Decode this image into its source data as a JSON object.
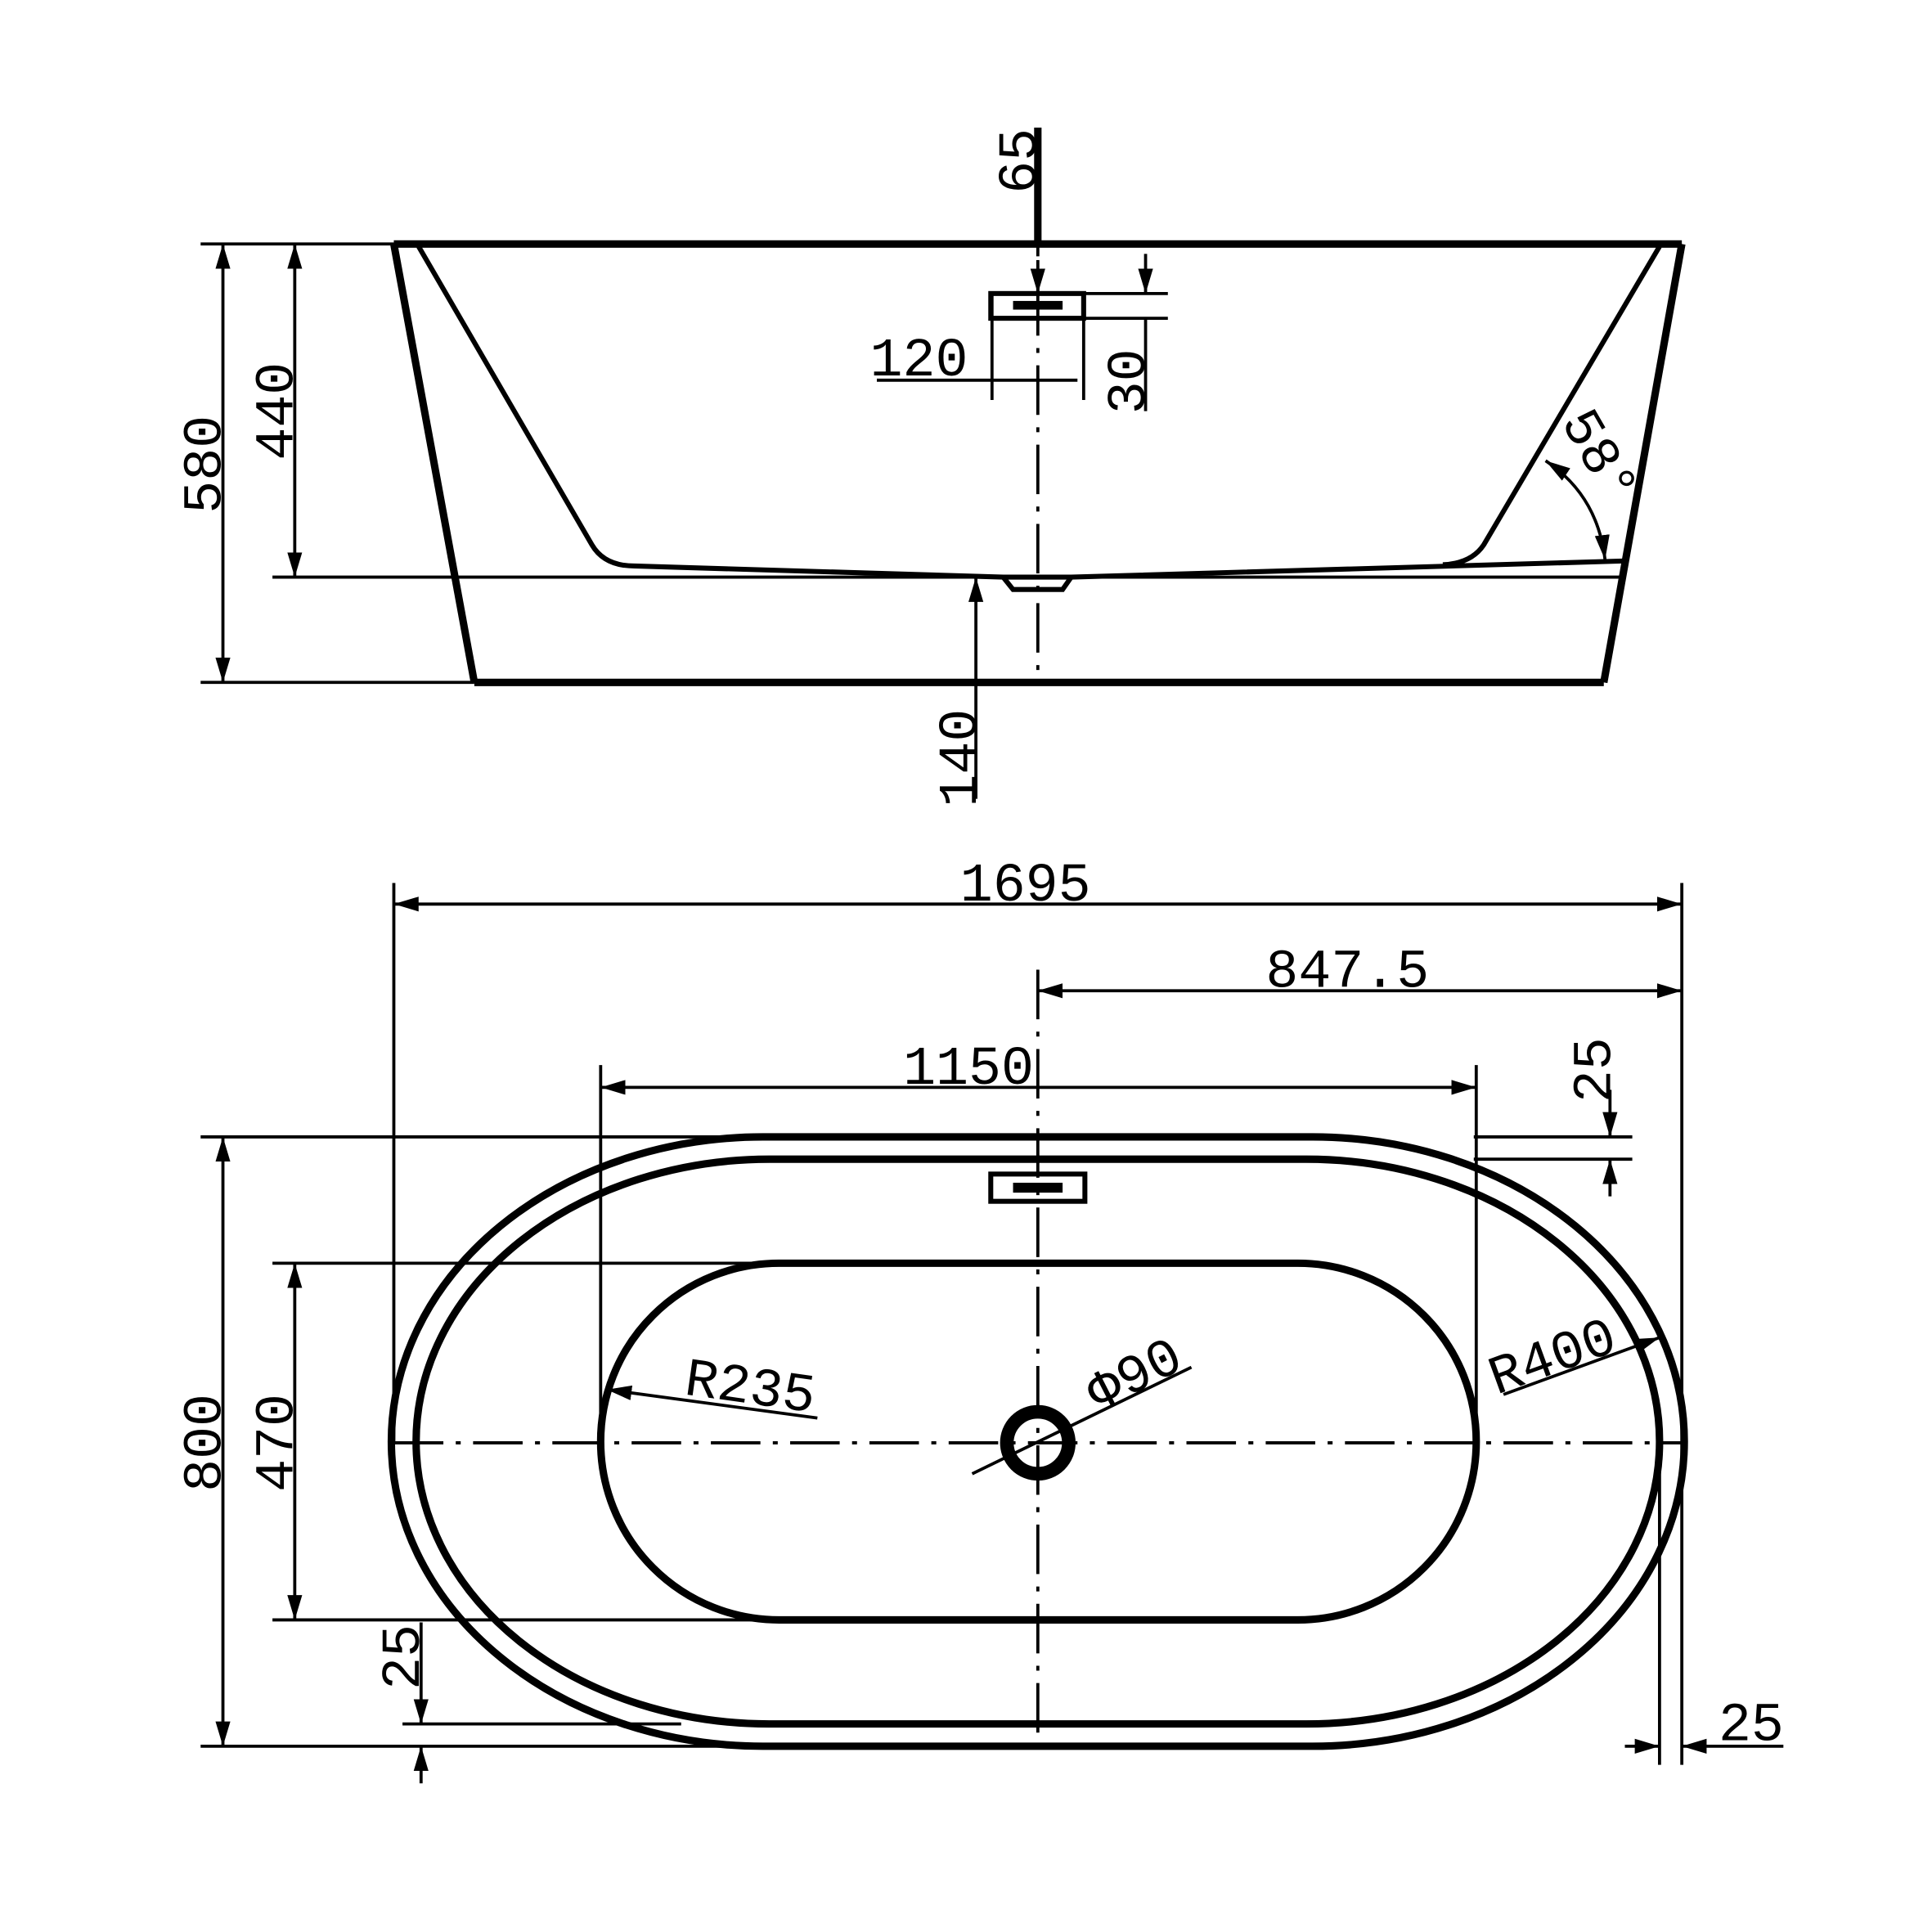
{
  "title": "Freestanding bathtub technical drawing",
  "side_view": {
    "dim_overflow_offset": "65",
    "dim_total_height": "580",
    "dim_inner_depth": "440",
    "dim_overflow_width": "120",
    "dim_overflow_height": "30",
    "dim_wall_angle": "58°",
    "dim_base_height": "140"
  },
  "plan_view": {
    "dim_total_length": "1695",
    "dim_half_length": "847.5",
    "dim_basin_length": "1150",
    "dim_rim_top": "25",
    "dim_total_width": "800",
    "dim_basin_width": "470",
    "dim_rim_left": "25",
    "dim_rim_right": "25",
    "radius_basin": "R235",
    "drain_diameter": "Φ90",
    "radius_outer": "R400"
  }
}
